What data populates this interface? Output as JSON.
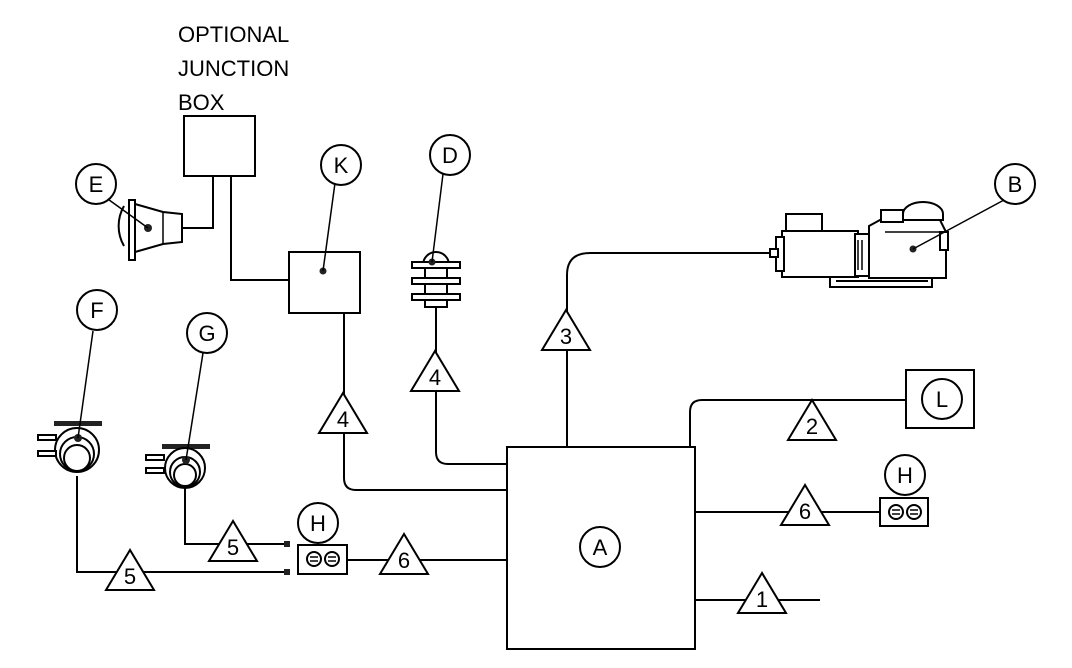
{
  "junction_box": {
    "line1": "OPTIONAL",
    "line2": "JUNCTION",
    "line3": "BOX"
  },
  "callouts": {
    "A": "A",
    "B": "B",
    "D": "D",
    "E": "E",
    "F": "F",
    "G": "G",
    "H1": "H",
    "H2": "H",
    "K": "K",
    "L": "L"
  },
  "wires": {
    "w1": "1",
    "w2": "2",
    "w3": "3",
    "w4a": "4",
    "w4b": "4",
    "w5a": "5",
    "w5b": "5",
    "w6a": "6",
    "w6b": "6"
  }
}
